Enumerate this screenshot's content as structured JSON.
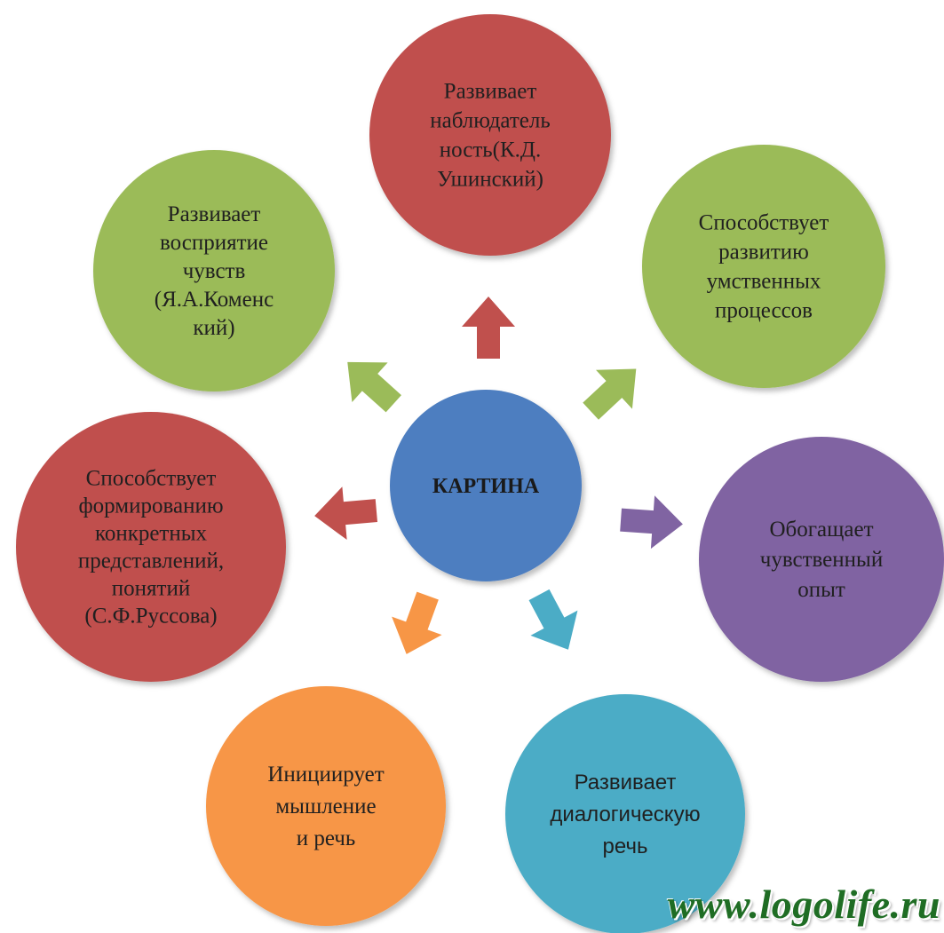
{
  "center": {
    "label": "КАРТИНА",
    "color": "#4e7ec0"
  },
  "nodes": [
    {
      "id": "top",
      "color": "#c0504d",
      "font": "serif",
      "lines": [
        "Развивает",
        "наблюдатель",
        "ность(К.Д.",
        "Ушинский)"
      ]
    },
    {
      "id": "top-right",
      "color": "#9bbb59",
      "font": "serif",
      "lines": [
        "Способствует",
        "развитию",
        "умственных",
        "процессов"
      ]
    },
    {
      "id": "right",
      "color": "#8064a2",
      "font": "serif",
      "lines": [
        "Обогащает",
        "чувственный",
        "опыт"
      ]
    },
    {
      "id": "bottom-right",
      "color": "#4bacc6",
      "font": "sans",
      "lines": [
        "Развивает",
        "диалогическую",
        "речь"
      ]
    },
    {
      "id": "bottom-left",
      "color": "#f79646",
      "font": "serif",
      "lines": [
        "Инициирует",
        "мышление",
        "и речь"
      ]
    },
    {
      "id": "left",
      "color": "#c0504d",
      "font": "serif",
      "lines": [
        "Способствует",
        "формированию",
        "конкретных",
        "представлений,",
        "понятий",
        "(С.Ф.Руссова)"
      ]
    },
    {
      "id": "top-left",
      "color": "#9bbb59",
      "font": "serif",
      "lines": [
        "Развивает",
        "восприятие",
        "чувств",
        "(Я.А.Коменс",
        "кий)"
      ]
    }
  ],
  "watermark": {
    "text": "www.logolife.ru",
    "color": "#1f6d24"
  }
}
